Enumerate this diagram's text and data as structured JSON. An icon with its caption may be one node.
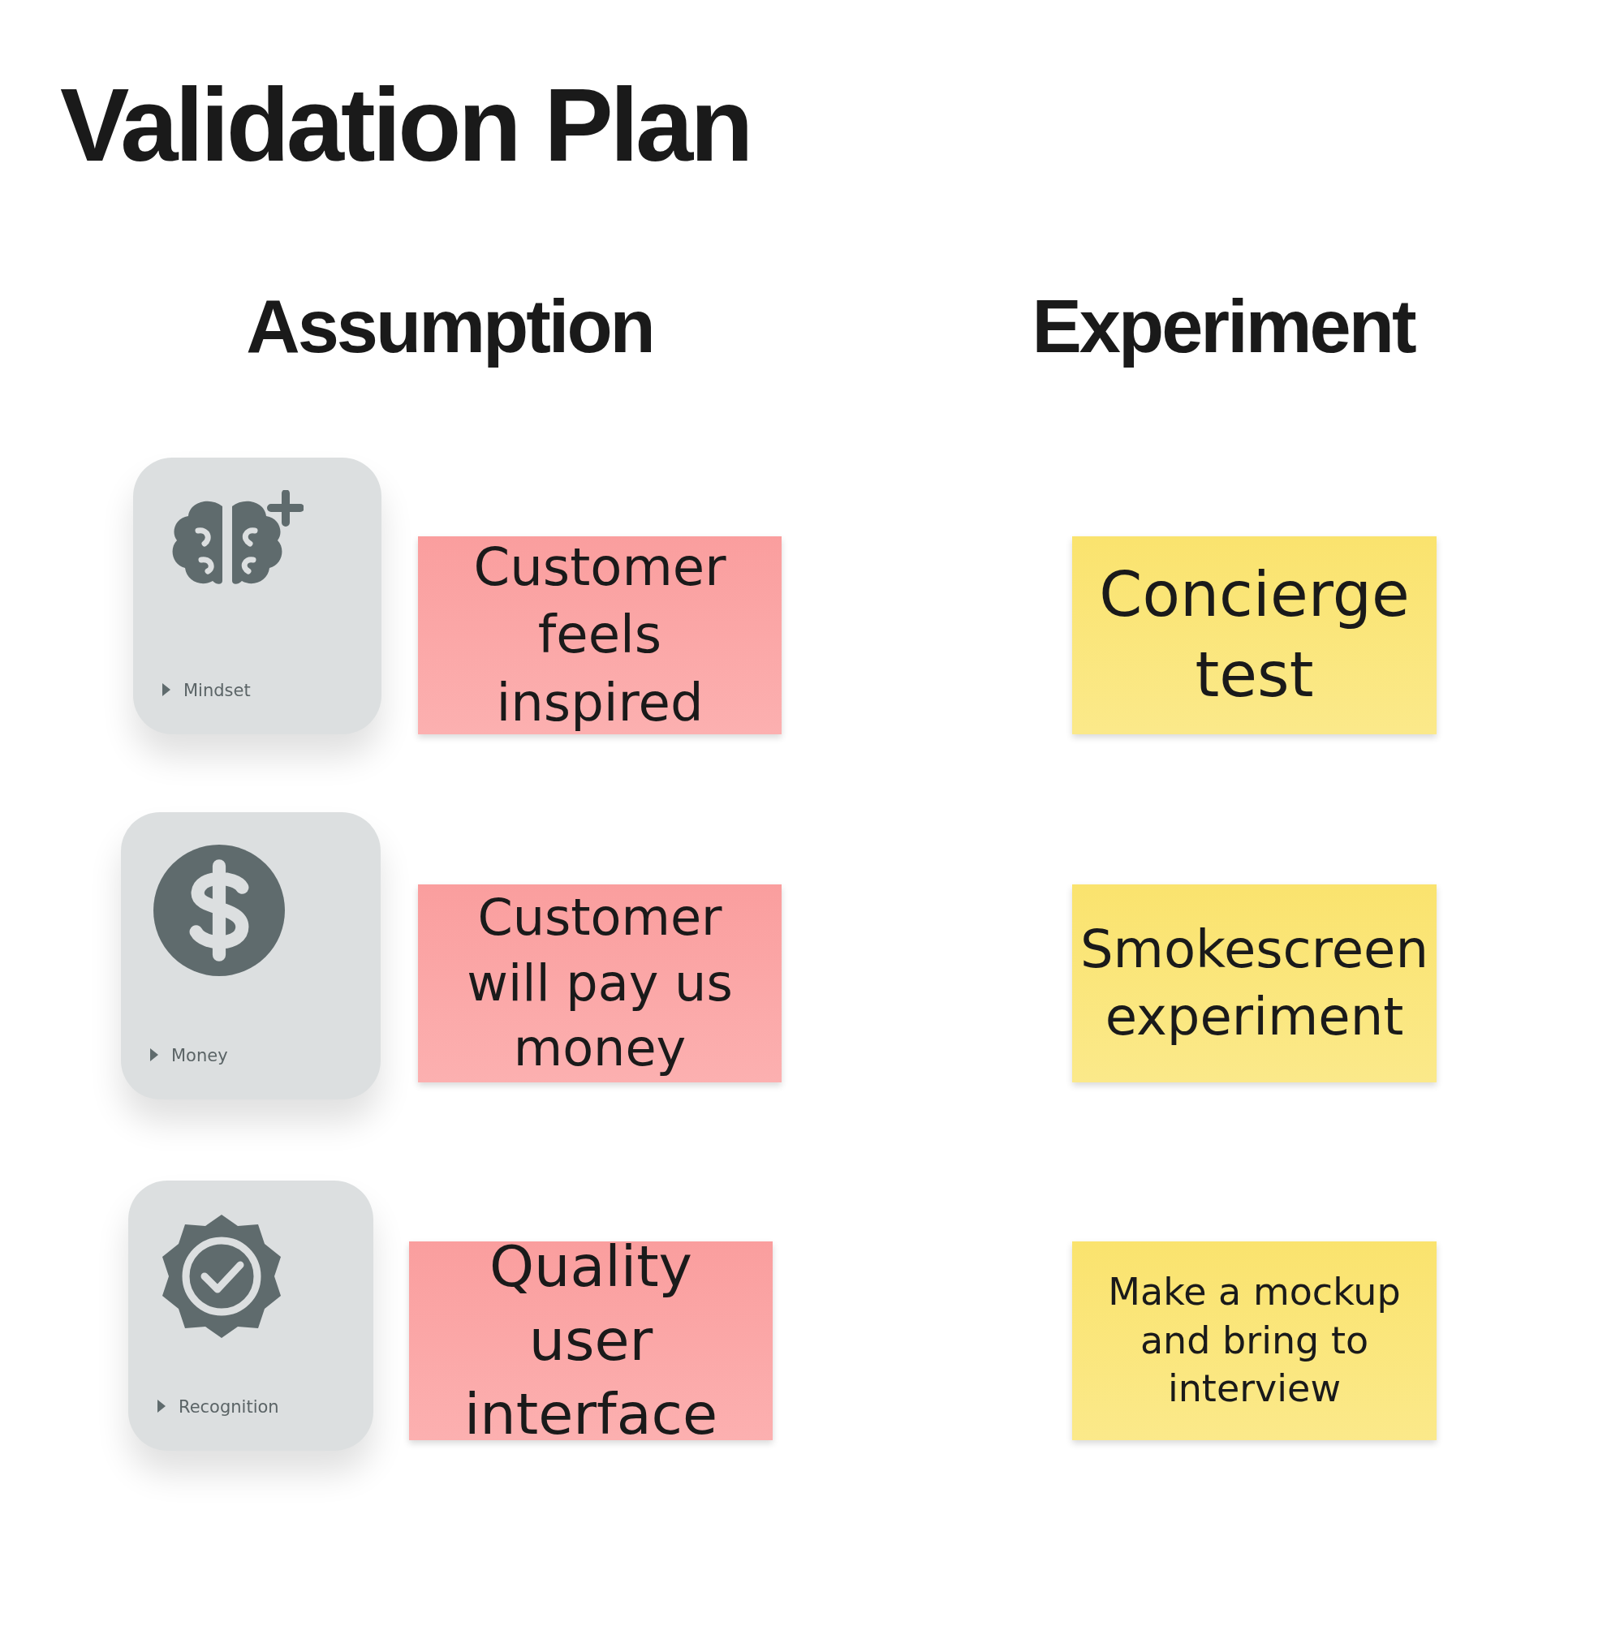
{
  "diagram": {
    "title": "Validation Plan",
    "nodes": [
      {
        "text": [
          "Mindset"
        ]
      },
      {
        "text": [
          "Customer feels inspired"
        ]
      },
      {
        "text": [
          "Concierge test"
        ]
      },
      {
        "text": [
          "Money"
        ]
      },
      {
        "text": [
          "Customer will pay us money"
        ]
      },
      {
        "text": [
          "Smokescreen experiment"
        ]
      },
      {
        "text": [
          "Recognition"
        ]
      },
      {
        "text": [
          "Quality user interface"
        ]
      },
      {
        "text": [
          "Make a mockup and bring to interview"
        ]
      }
    ],
    "labels": [
      "Assumption",
      "Experiment"
    ]
  }
}
